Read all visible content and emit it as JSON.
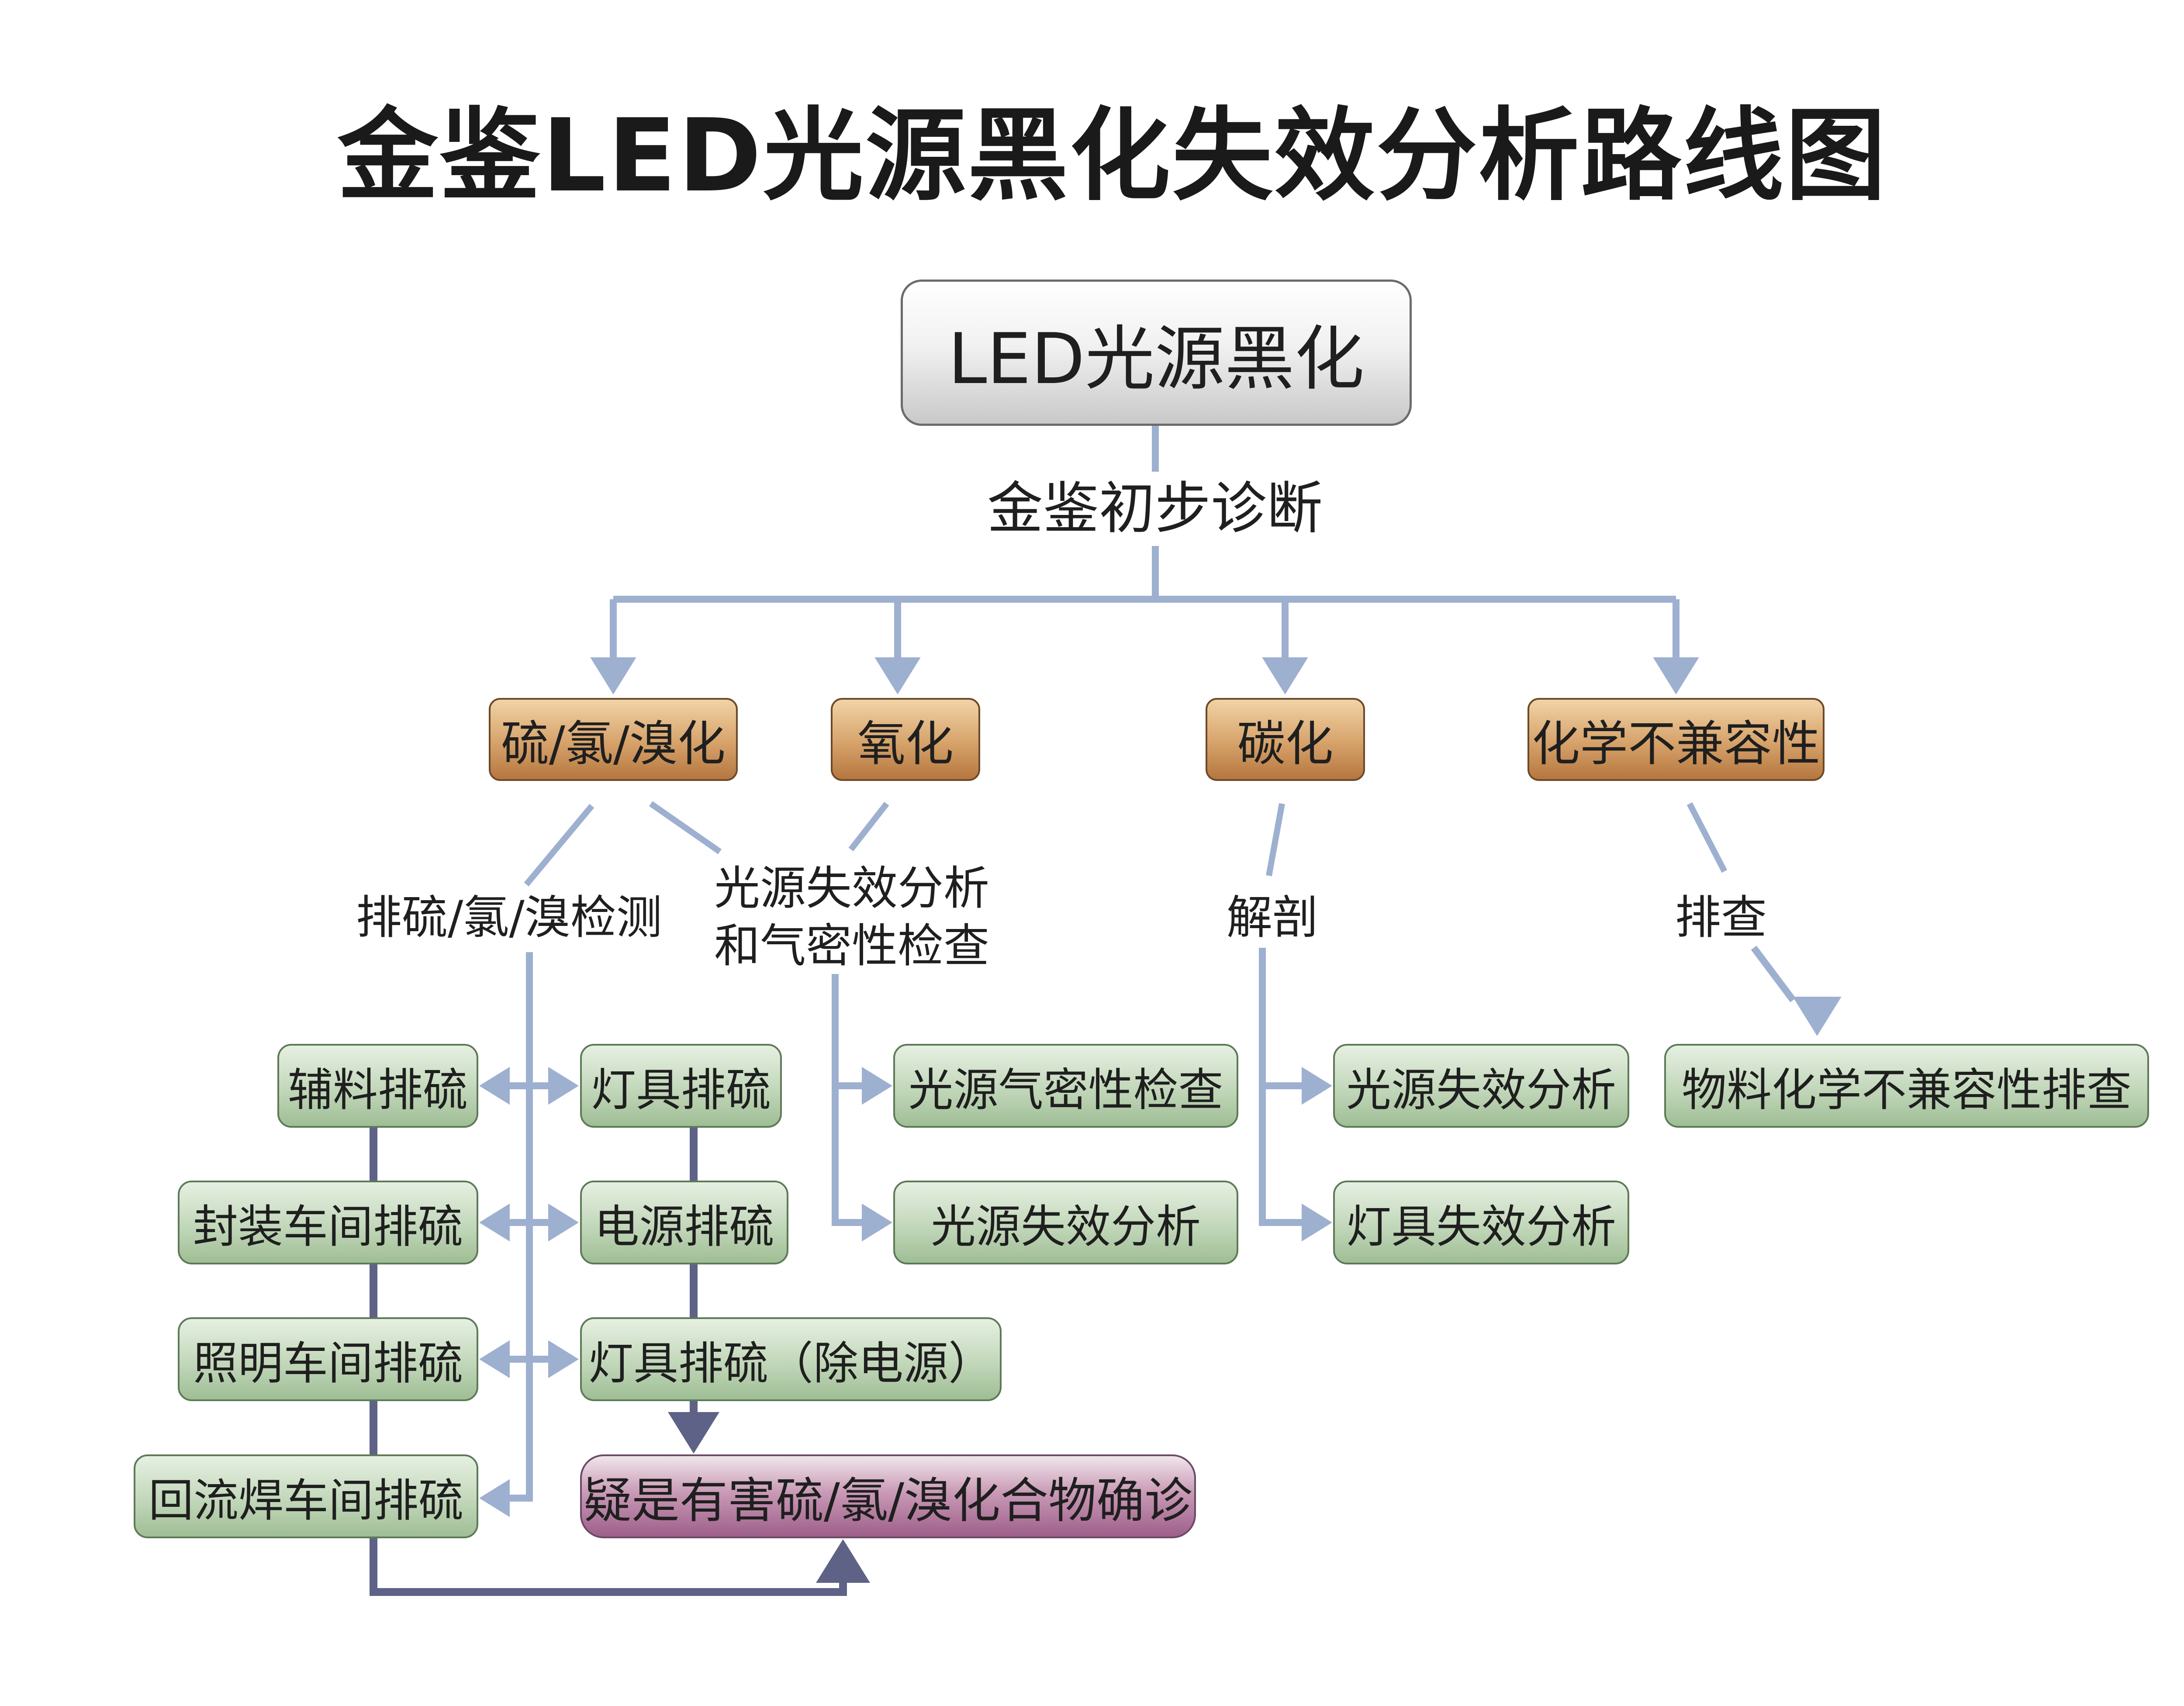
{
  "title": "金鉴LED光源黑化失效分析路线图",
  "root": "LED光源黑化",
  "diagnosis_label": "金鉴初步诊断",
  "categories": {
    "sulfur": "硫/氯/溴化",
    "oxidation": "氧化",
    "carbonization": "碳化",
    "chemical": "化学不兼容性"
  },
  "edge_labels": {
    "sulfur_check": "排硫/氯/溴检测",
    "oxidation_line1": "光源失效分析",
    "oxidation_line2": "和气密性检查",
    "dissection": "解剖",
    "investigate": "排查"
  },
  "leaves": {
    "aux_sulfur": "辅料排硫",
    "package_sulfur": "封装车间排硫",
    "lighting_sulfur": "照明车间排硫",
    "reflow_sulfur": "回流焊车间排硫",
    "lamp_sulfur": "灯具排硫",
    "power_sulfur": "电源排硫",
    "lamp_excl_power": "灯具排硫（除电源）",
    "final_diagnosis": "疑是有害硫/氯/溴化合物确诊",
    "airtight_check": "光源气密性检查",
    "oxidation_failure": "光源失效分析",
    "carbon_source_failure": "光源失效分析",
    "carbon_lamp_failure": "灯具失效分析",
    "chemical_check": "物料化学不兼容性排查"
  },
  "colors": {
    "light_arrow": "#9eb0d0",
    "dark_arrow": "#5e6287",
    "category_fill": "#d6a26a",
    "leaf_fill": "#c2d7ba",
    "final_fill": "#c99ab6"
  }
}
